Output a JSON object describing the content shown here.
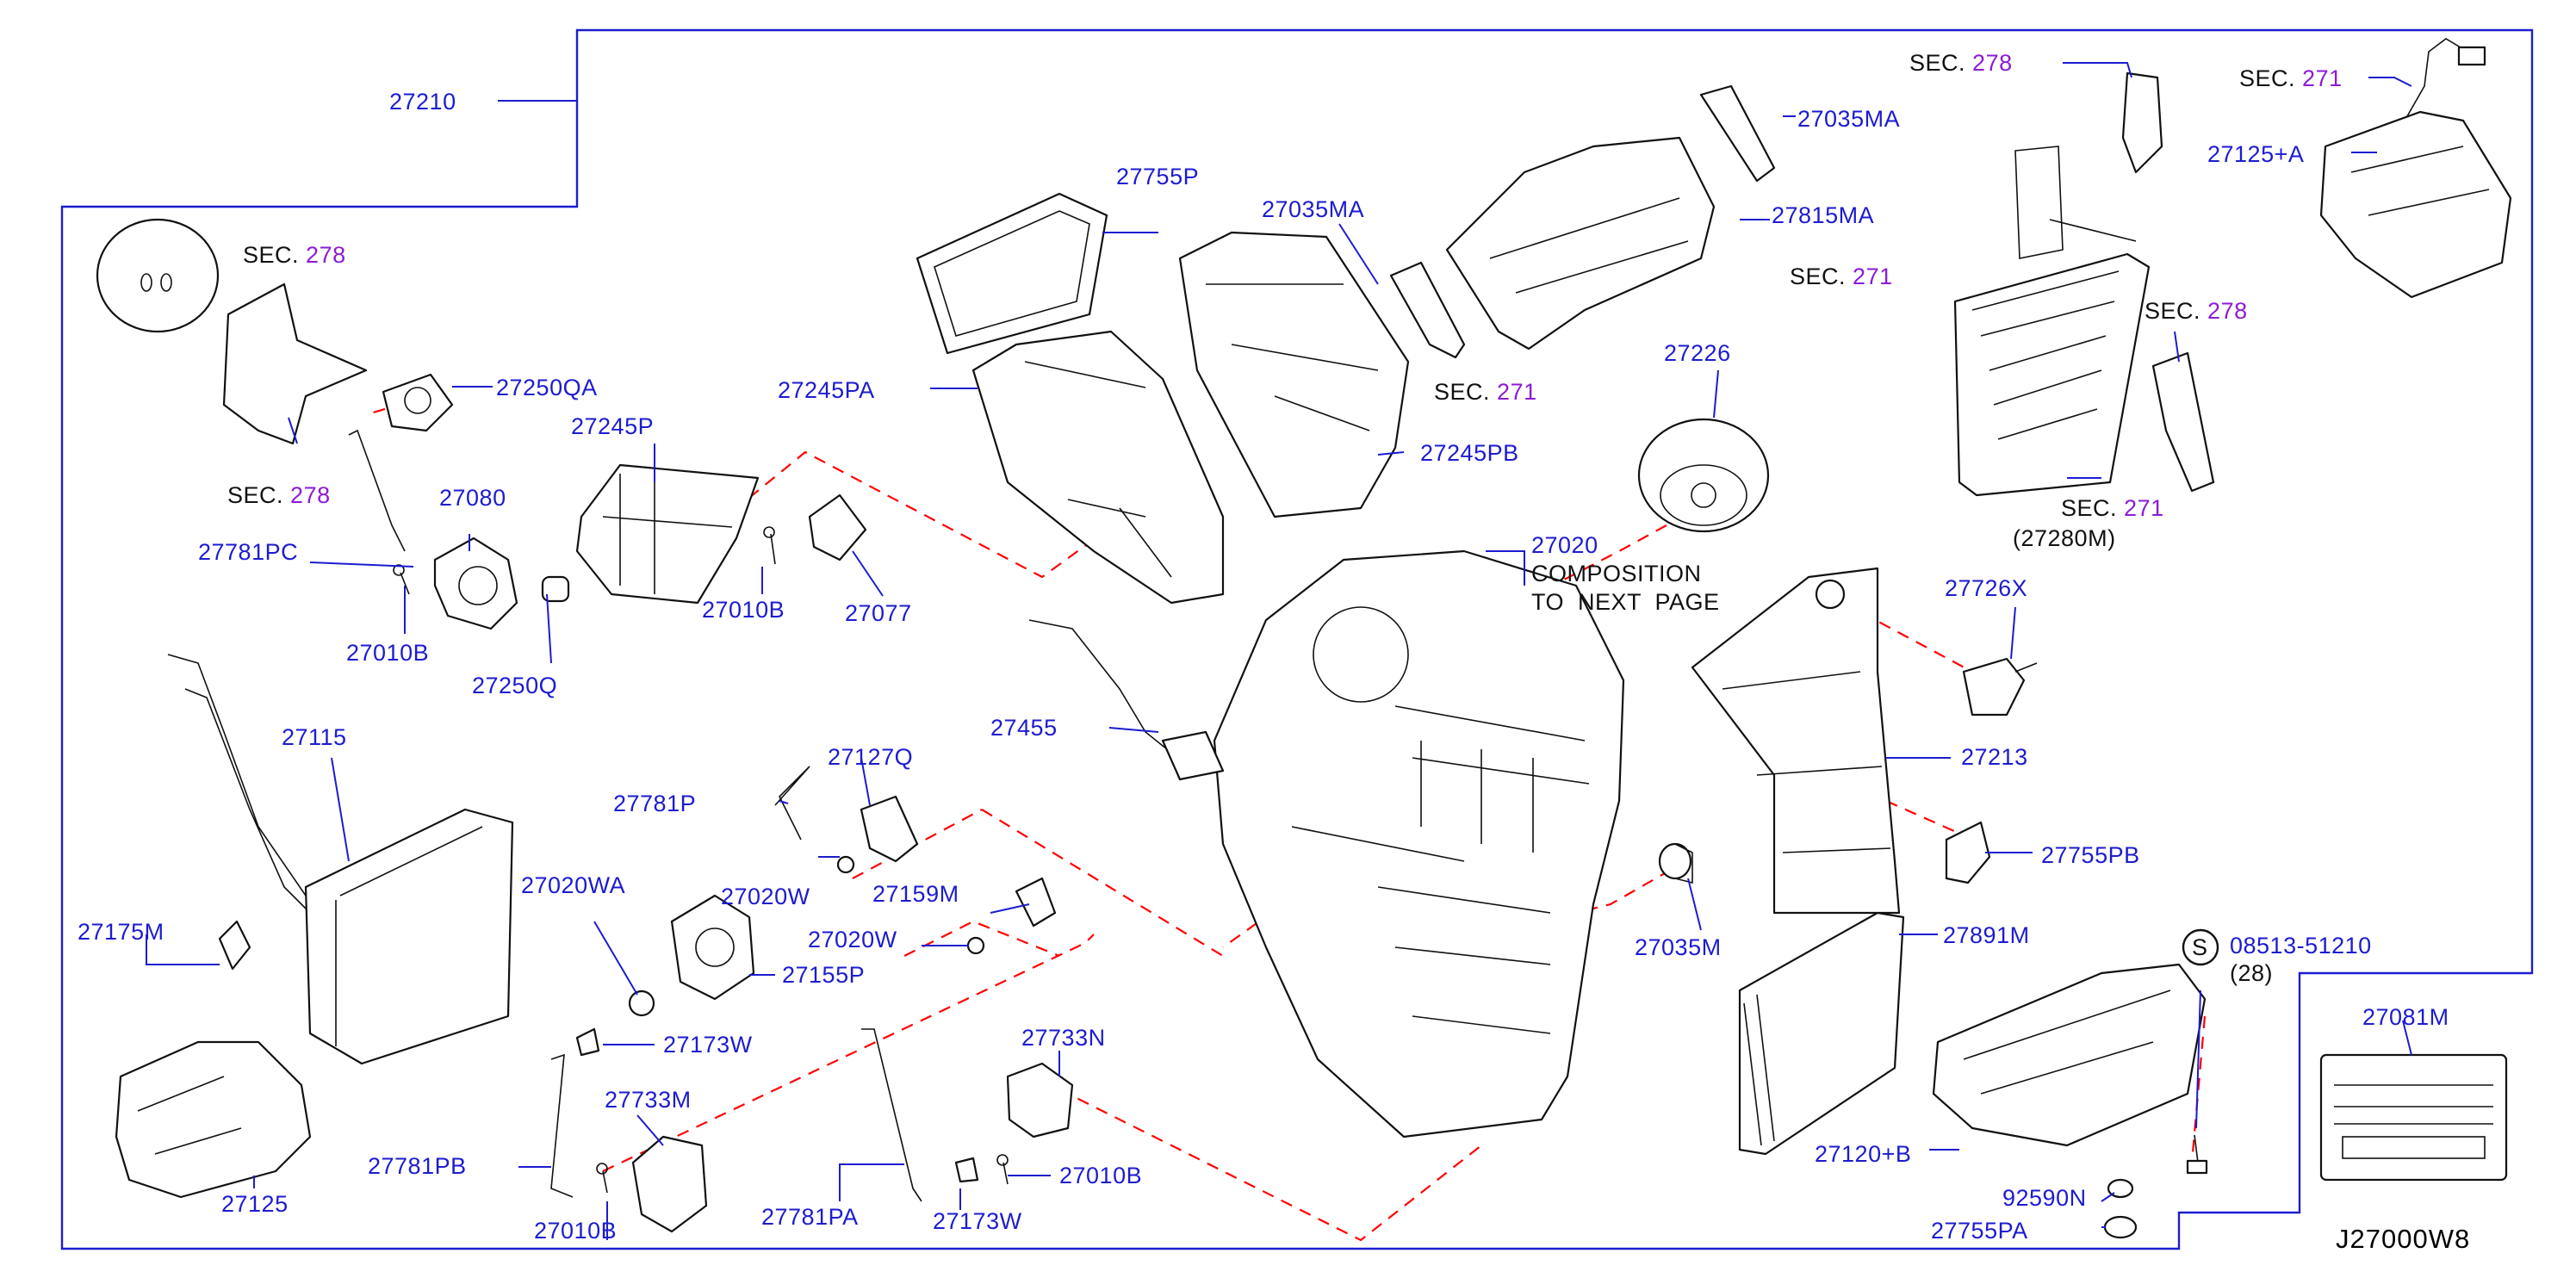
{
  "diagram_code": "J27000W8",
  "colors": {
    "label": "#1c1cd0",
    "section_number": "#8c1bd6",
    "dash": "#ff0000",
    "outline": "#111111"
  },
  "labels": {
    "p27210": "27210",
    "p27250QA": "27250QA",
    "p27245P": "27245P",
    "p27080": "27080",
    "p27781PC": "27781PC",
    "p27010B_a": "27010B",
    "p27250Q": "27250Q",
    "p27010B_b": "27010B",
    "p27077": "27077",
    "p27755P": "27755P",
    "p27245PA": "27245PA",
    "p27035MA_a": "27035MA",
    "p27245PB": "27245PB",
    "p27035MA_b": "27035MA",
    "p27815MA": "27815MA",
    "p27226": "27226",
    "p27020": "27020",
    "p27455": "27455",
    "p27115": "27115",
    "p27781P": "27781P",
    "p27127Q": "27127Q",
    "p27020WA": "27020WA",
    "p27020W_a": "27020W",
    "p27159M": "27159M",
    "p27020W_b": "27020W",
    "p27155P": "27155P",
    "p27175M": "27175M",
    "p27173W_a": "27173W",
    "p27733M": "27733M",
    "p27781PB": "27781PB",
    "p27010B_c": "27010B",
    "p27125": "27125",
    "p27733N": "27733N",
    "p27010B_d": "27010B",
    "p27781PA": "27781PA",
    "p27173W_b": "27173W",
    "p27035M": "27035M",
    "p27726X": "27726X",
    "p27213": "27213",
    "p27755PB": "27755PB",
    "p27891M": "27891M",
    "p27120B": "27120+B",
    "p08513": "08513-51210",
    "p08513_qty": "(28)",
    "p92590N": "92590N",
    "p27755PA": "27755PA",
    "p27081M": "27081M",
    "p27125A": "27125+A",
    "p27280M": "(27280M)"
  },
  "notes": {
    "composition_line1": "COMPOSITION",
    "composition_line2": "TO  NEXT  PAGE",
    "screw_symbol": "S"
  },
  "section_refs": [
    {
      "prefix": "SEC.",
      "number": "278"
    },
    {
      "prefix": "SEC.",
      "number": "278"
    },
    {
      "prefix": "SEC.",
      "number": "271"
    },
    {
      "prefix": "SEC.",
      "number": "271"
    },
    {
      "prefix": "SEC.",
      "number": "278"
    },
    {
      "prefix": "SEC.",
      "number": "271"
    },
    {
      "prefix": "SEC.",
      "number": "278"
    },
    {
      "prefix": "SEC.",
      "number": "271"
    }
  ]
}
